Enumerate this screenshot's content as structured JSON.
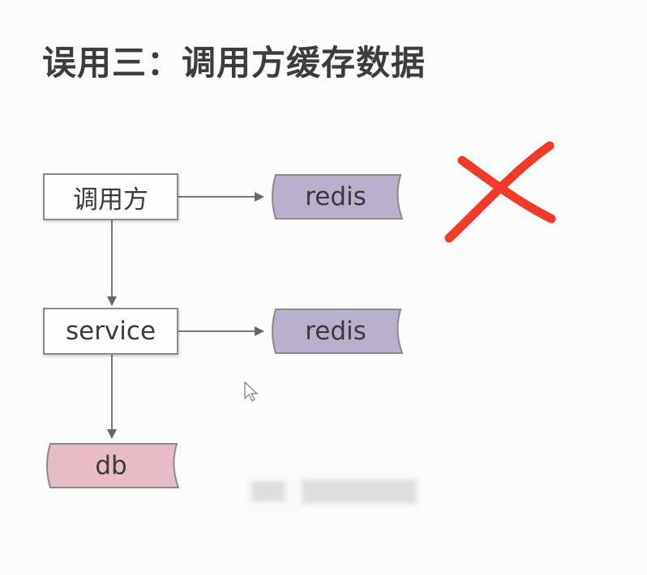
{
  "title": "误用三：调用方缓存数据",
  "nodes": {
    "caller": {
      "label": "调用方"
    },
    "service": {
      "label": "service"
    },
    "redis_top": {
      "label": "redis"
    },
    "redis_mid": {
      "label": "redis"
    },
    "db": {
      "label": "db"
    }
  },
  "colors": {
    "redis_fill": "#b8b0cc",
    "db_fill": "#e8bcc6",
    "box_border": "#8a8a8a",
    "arrow": "#666666",
    "cross": "#f03a2a",
    "title": "#3c3c3c"
  },
  "annotations": {
    "wrong_mark_icon": "red-cross-icon"
  }
}
